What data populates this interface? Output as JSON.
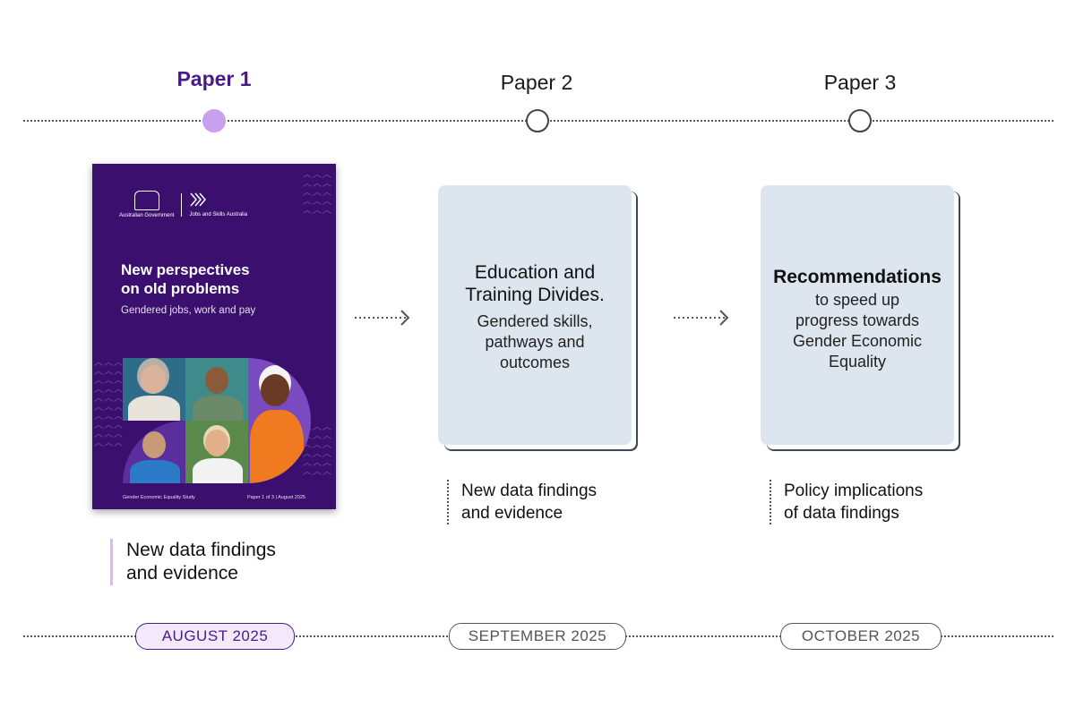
{
  "papers": [
    {
      "label": "Paper 1",
      "active": true
    },
    {
      "label": "Paper 2",
      "active": false
    },
    {
      "label": "Paper 3",
      "active": false
    }
  ],
  "cover": {
    "logo_left": "Australian Government",
    "logo_right": "Jobs and Skills Australia",
    "title_line1": "New perspectives",
    "title_line2": "on old problems",
    "subtitle": "Gendered jobs, work and pay",
    "footer_left": "Gender Economic Equality Study",
    "footer_right": "Paper 1 of 3  |  August 2025"
  },
  "cards": [
    {
      "title_line1": "Education and",
      "title_line2": "Training Divides.",
      "body": [
        "Gendered skills,",
        "pathways and",
        "outcomes"
      ]
    },
    {
      "title_line1": "Recommendations",
      "body": [
        "to speed up",
        "progress towards",
        "Gender Economic",
        "Equality"
      ]
    }
  ],
  "notes": [
    {
      "line1": "New data findings",
      "line2": "and evidence"
    },
    {
      "line1": "New data findings",
      "line2": "and evidence"
    },
    {
      "line1": "Policy implications",
      "line2": "of data findings"
    }
  ],
  "dates": [
    "AUGUST 2025",
    "SEPTEMBER 2025",
    "OCTOBER 2025"
  ],
  "colors": {
    "accent": "#4a1a8c",
    "node_active": "#c9a0f0",
    "card_bg": "#dde5ee",
    "cover_bg": "#3a0f6e"
  }
}
